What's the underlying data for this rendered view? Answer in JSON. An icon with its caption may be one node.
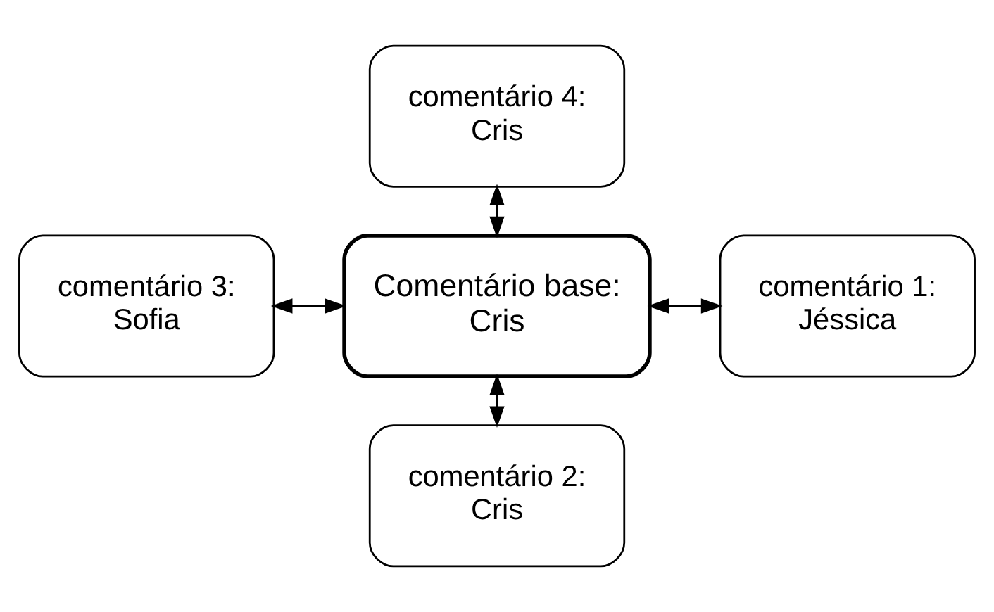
{
  "diagram": {
    "nodes": [
      {
        "text": [
          "comentário 4: Cris"
        ]
      },
      {
        "text": [
          "comentário 3: Sofia"
        ]
      },
      {
        "text": [
          "Comentário base: Cris"
        ]
      },
      {
        "text": [
          "comentário 1: Jéssica"
        ]
      },
      {
        "text": [
          "comentário 2: Cris"
        ]
      }
    ],
    "edges": [
      {
        "from": 0,
        "to": 2,
        "arrow": "both"
      },
      {
        "from": 1,
        "to": 2,
        "arrow": "both"
      },
      {
        "from": 2,
        "to": 3,
        "arrow": "both"
      },
      {
        "from": 2,
        "to": 4,
        "arrow": "both"
      }
    ]
  }
}
